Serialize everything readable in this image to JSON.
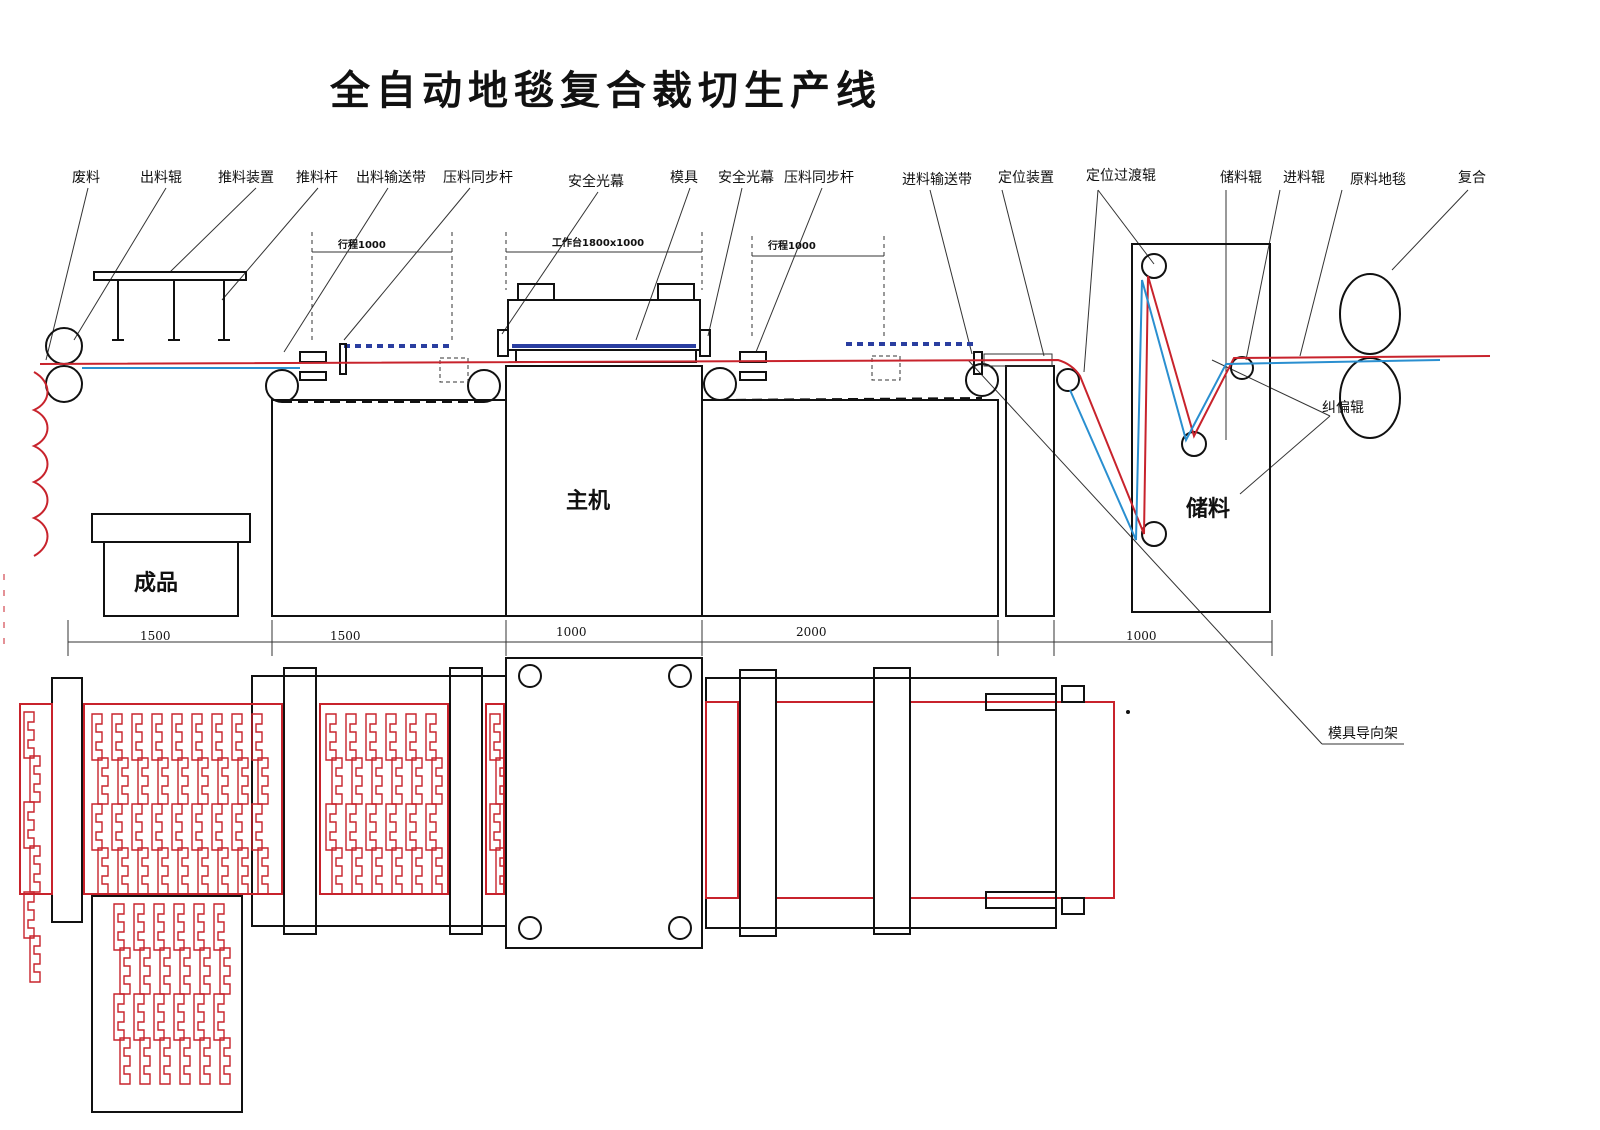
{
  "title": "全自动地毯复合裁切生产线",
  "labels": {
    "waste": "废料",
    "outfeed_roller": "出料辊",
    "pusher_device": "推料装置",
    "pusher_rod": "推料杆",
    "outfeed_belt": "出料输送带",
    "press_sync_rod_left": "压料同步杆",
    "safety_curtain_left": "安全光幕",
    "die": "模具",
    "safety_curtain_right": "安全光幕",
    "press_sync_rod_right": "压料同步杆",
    "infeed_belt": "进料输送带",
    "positioning_device": "定位装置",
    "positioning_transition_roller": "定位过渡辊",
    "storage_roller": "储料辊",
    "infeed_roller": "进料辊",
    "raw_carpet": "原料地毯",
    "lamination": "复合",
    "deviation_roller": "纠偏辊",
    "die_guide_frame": "模具导向架",
    "main_machine": "主机",
    "finished_product": "成品",
    "storage": "储料"
  },
  "dimensions": {
    "stroke_left": "行程1000",
    "worktable": "工作台1800x1000",
    "stroke_right": "行程1000",
    "bottom": [
      "1500",
      "1500",
      "1000",
      "2000",
      "1000"
    ]
  },
  "colors": {
    "carpet_top": "#c8232c",
    "carpet_bottom": "#2a8fd0",
    "outline": "#111111"
  }
}
